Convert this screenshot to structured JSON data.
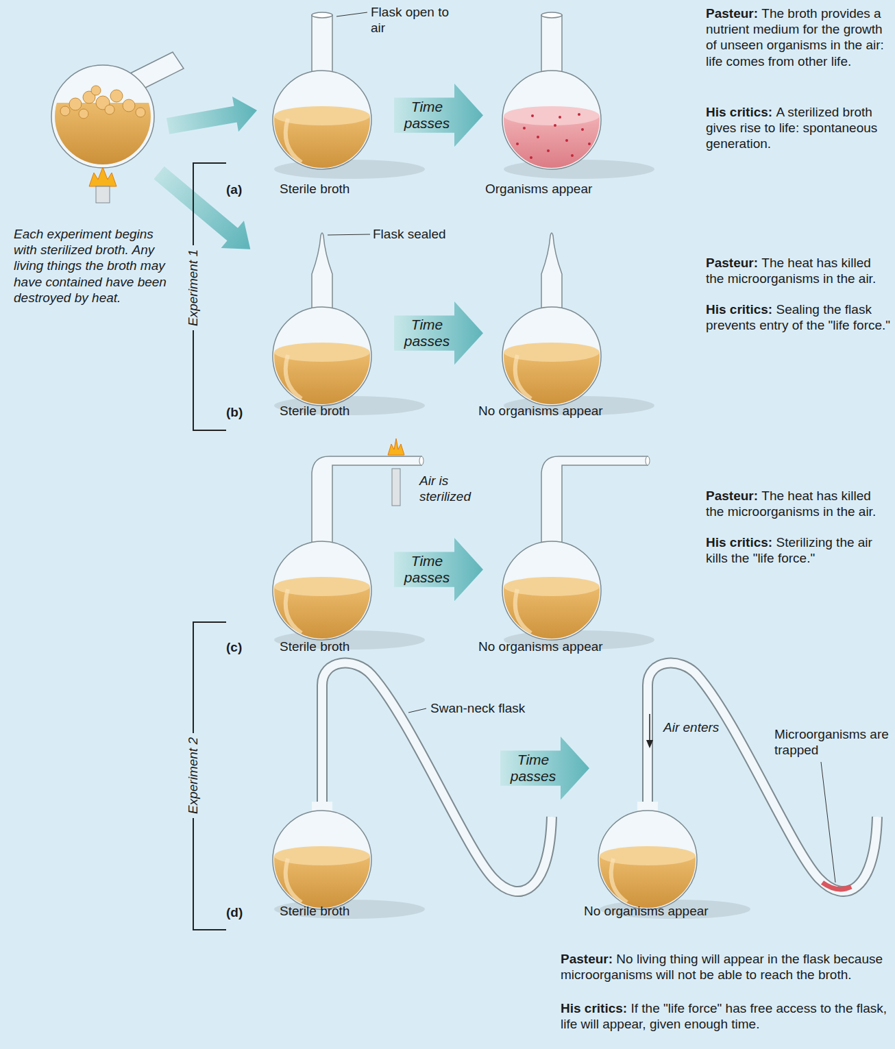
{
  "diagram": {
    "nodes": [
      {
        "text": [
          "Time passes"
        ]
      },
      {
        "text": [
          "Time passes"
        ]
      },
      {
        "text": [
          "Time passes"
        ]
      },
      {
        "text": [
          "Time passes"
        ]
      }
    ],
    "labels": [
      "Flask open to air",
      "Pasteur:",
      "The broth provides a nutrient medium for the growth of unseen organisms in the air: life comes from other life.",
      "His critics:",
      "A sterilized broth gives rise to life: spontaneous generation.",
      "(a)",
      "Sterile broth",
      "Organisms appear",
      "Each experiment begins with sterilized broth. Any living things the broth may have contained have been destroyed by heat.",
      "Experiment 1",
      "Flask sealed",
      "Pasteur:",
      "The heat has killed the microorganisms in the air.",
      "His critics:",
      "Sealing the flask prevents entry of the \"life force.\"",
      "(b)",
      "Sterile broth",
      "No organisms appear",
      "Air is sterilized",
      "Pasteur:",
      "The heat has killed the microorganisms in the air.",
      "His critics:",
      "Sterilizing the air kills the \"life force.\"",
      "(c)",
      "Sterile broth",
      "No organisms appear",
      "Swan-neck flask",
      "Air enters",
      "Microorganisms are trapped",
      "Experiment 2",
      "(d)",
      "Sterile broth",
      "No organisms appear",
      "Pasteur:",
      "No living thing will appear in the flask because microorganisms will not be able to reach the broth.",
      "His critics:",
      "If the \"life force\" has free access to the flask, life will appear, given enough time."
    ]
  }
}
